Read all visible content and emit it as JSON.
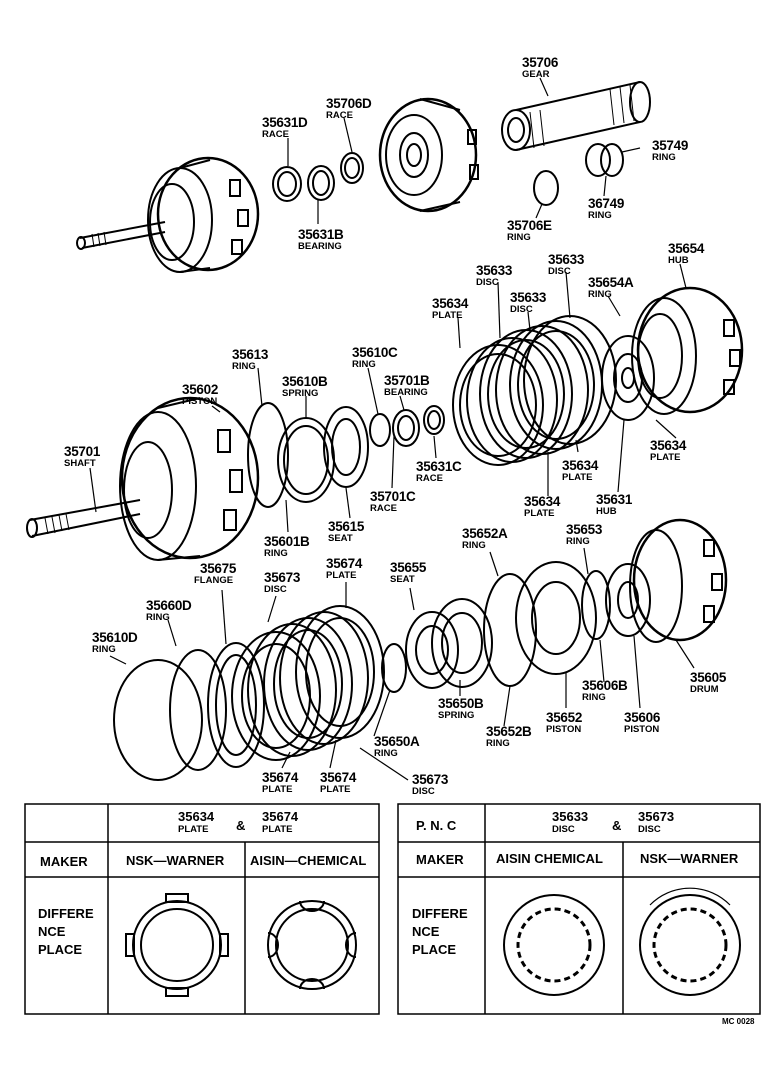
{
  "callouts": [
    {
      "id": "c-35706",
      "number": "35706",
      "name": "GEAR"
    },
    {
      "id": "c-35706d",
      "number": "35706D",
      "name": "RACE"
    },
    {
      "id": "c-35631d",
      "number": "35631D",
      "name": "RACE"
    },
    {
      "id": "c-35631b",
      "number": "35631B",
      "name": "BEARING"
    },
    {
      "id": "c-35749",
      "number": "35749",
      "name": "RING"
    },
    {
      "id": "c-36749",
      "number": "36749",
      "name": "RING"
    },
    {
      "id": "c-35706e",
      "number": "35706E",
      "name": "RING"
    },
    {
      "id": "c-35633a",
      "number": "35633",
      "name": "DISC"
    },
    {
      "id": "c-35633b",
      "number": "35633",
      "name": "DISC"
    },
    {
      "id": "c-35633c",
      "number": "35633",
      "name": "DISC"
    },
    {
      "id": "c-35654",
      "number": "35654",
      "name": "HUB"
    },
    {
      "id": "c-35654a",
      "number": "35654A",
      "name": "RING"
    },
    {
      "id": "c-35634a",
      "number": "35634",
      "name": "PLATE"
    },
    {
      "id": "c-35613",
      "number": "35613",
      "name": "RING"
    },
    {
      "id": "c-35610c",
      "number": "35610C",
      "name": "RING"
    },
    {
      "id": "c-35610b",
      "number": "35610B",
      "name": "SPRING"
    },
    {
      "id": "c-35701b",
      "number": "35701B",
      "name": "BEARING"
    },
    {
      "id": "c-35602",
      "number": "35602",
      "name": "PISTON"
    },
    {
      "id": "c-35701",
      "number": "35701",
      "name": "SHAFT"
    },
    {
      "id": "c-35631c",
      "number": "35631C",
      "name": "RACE"
    },
    {
      "id": "c-35634b",
      "number": "35634",
      "name": "PLATE"
    },
    {
      "id": "c-35634c",
      "number": "35634",
      "name": "PLATE"
    },
    {
      "id": "c-35634d",
      "number": "35634",
      "name": "PLATE"
    },
    {
      "id": "c-35631",
      "number": "35631",
      "name": "HUB"
    },
    {
      "id": "c-35701c",
      "number": "35701C",
      "name": "RACE"
    },
    {
      "id": "c-35615",
      "number": "35615",
      "name": "SEAT"
    },
    {
      "id": "c-35601b",
      "number": "35601B",
      "name": "RING"
    },
    {
      "id": "c-35675",
      "number": "35675",
      "name": "FLANGE"
    },
    {
      "id": "c-35673a",
      "number": "35673",
      "name": "DISC"
    },
    {
      "id": "c-35674a",
      "number": "35674",
      "name": "PLATE"
    },
    {
      "id": "c-35655",
      "number": "35655",
      "name": "SEAT"
    },
    {
      "id": "c-35652a",
      "number": "35652A",
      "name": "RING"
    },
    {
      "id": "c-35653",
      "number": "35653",
      "name": "RING"
    },
    {
      "id": "c-35660d",
      "number": "35660D",
      "name": "RING"
    },
    {
      "id": "c-35610d",
      "number": "35610D",
      "name": "RING"
    },
    {
      "id": "c-35650b",
      "number": "35650B",
      "name": "SPRING"
    },
    {
      "id": "c-35652b",
      "number": "35652B",
      "name": "RING"
    },
    {
      "id": "c-35652",
      "number": "35652",
      "name": "PISTON"
    },
    {
      "id": "c-35606b",
      "number": "35606B",
      "name": "RING"
    },
    {
      "id": "c-35606",
      "number": "35606",
      "name": "PISTON"
    },
    {
      "id": "c-35605",
      "number": "35605",
      "name": "DRUM"
    },
    {
      "id": "c-35650a",
      "number": "35650A",
      "name": "RING"
    },
    {
      "id": "c-35674b",
      "number": "35674",
      "name": "PLATE"
    },
    {
      "id": "c-35674c",
      "number": "35674",
      "name": "PLATE"
    },
    {
      "id": "c-35673b",
      "number": "35673",
      "name": "DISC"
    }
  ],
  "left_table": {
    "pn_first": "35634",
    "pn_first_name": "PLATE",
    "amp": "&",
    "pn_second": "35674",
    "pn_second_name": "PLATE",
    "maker_label": "MAKER",
    "maker_a": "NSK—WARNER",
    "maker_b": "AISIN—CHEMICAL",
    "diff_lines": [
      "DIFFERE",
      "NCE",
      "PLACE"
    ]
  },
  "right_table": {
    "pnc_label": "P. N. C",
    "pn_first": "35633",
    "pn_first_name": "DISC",
    "amp": "&",
    "pn_second": "35673",
    "pn_second_name": "DISC",
    "maker_label": "MAKER",
    "maker_a": "AISIN CHEMICAL",
    "maker_b": "NSK—WARNER",
    "diff_lines": [
      "DIFFERE",
      "NCE",
      "PLACE"
    ]
  },
  "footer_code": "MC 0028"
}
